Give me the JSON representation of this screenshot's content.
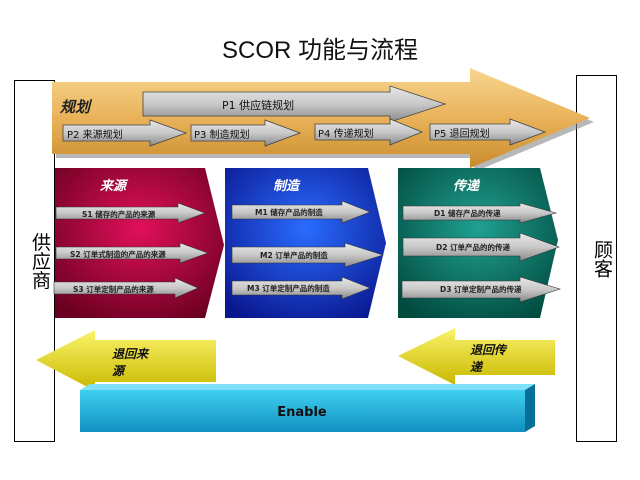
{
  "title": "SCOR 功能与流程",
  "supplier_label": "供应商",
  "customer_label": "顾客",
  "plan": {
    "label": "规划",
    "items": [
      "P1  供应链规划",
      "P2  来源规划",
      "P3  制造规划",
      "P4  传递规划",
      "P5  退回规划"
    ]
  },
  "source": {
    "label": "来源",
    "items": [
      "S1 储存的产品的来源",
      "S2  订单式制造的产品的来源",
      "S3 订单定制产品的来源"
    ],
    "color": "#a8003c"
  },
  "make": {
    "label": "制造",
    "items": [
      "M1  储存产品的制造",
      "M2  订单产品的制造",
      "M3  订单定制产品的制造"
    ],
    "color": "#1030c8"
  },
  "deliver": {
    "label": "传递",
    "items": [
      "D1 储存产品的传递",
      "D2 订单产品的的传递",
      "D3 订单定制产品的传递"
    ],
    "color": "#00705f"
  },
  "return_source": {
    "line1": "退回来",
    "line2": "源"
  },
  "return_deliver": {
    "line1": "退回传",
    "line2": "递"
  },
  "enable_label": "Enable"
}
